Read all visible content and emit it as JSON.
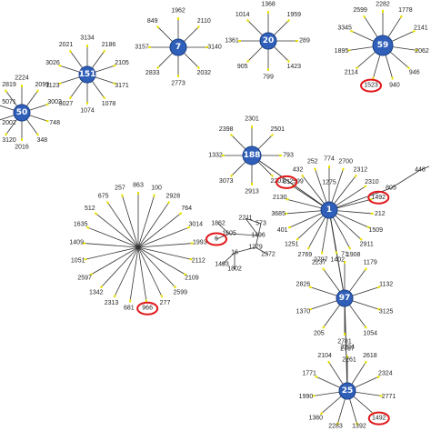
{
  "palette": {
    "hub": "#2f5fb8",
    "edge": "#333333",
    "leaf_tick": "#e8e000",
    "highlight": "#e0181b"
  },
  "hubs": {
    "h50": "50",
    "h151": "151",
    "h7": "7",
    "h20": "20",
    "h59": "59",
    "h188": "188",
    "h1": "1",
    "h97": "97",
    "h25": "25"
  },
  "leaves": {
    "h50": [
      "2224",
      "2099",
      "3002",
      "748",
      "348",
      "2016",
      "3120",
      "2002",
      "5071",
      "2819"
    ],
    "h151": [
      "3134",
      "2186",
      "2105",
      "3171",
      "1078",
      "1074",
      "3027",
      "1123",
      "3026",
      "2021"
    ],
    "h7": [
      "1962",
      "2110",
      "3140",
      "2032",
      "2773",
      "2833",
      "3157",
      "849"
    ],
    "h20": [
      "1368",
      "1959",
      "289",
      "1423",
      "799",
      "905",
      "1361",
      "1014"
    ],
    "h59": [
      "2282",
      "1778",
      "2141",
      "2062",
      "946",
      "940",
      "1523",
      "2114",
      "1895",
      "3345",
      "2599"
    ],
    "h188": [
      "2301",
      "2501",
      "793",
      "2201",
      "2913",
      "3073",
      "1332",
      "2398"
    ],
    "h1": [
      "774",
      "2700",
      "2312",
      "2310",
      "1492",
      "212",
      "1509",
      "2911",
      "1908",
      "1402",
      "2797",
      "2769",
      "1251",
      "401",
      "3685",
      "2130",
      "81",
      "432",
      "252"
    ],
    "h97": [
      "71",
      "1179",
      "1132",
      "3125",
      "1054",
      "2781",
      "205",
      "1370",
      "2826",
      "2237"
    ],
    "h25": [
      "2767",
      "2618",
      "2324",
      "2771",
      "1492",
      "1392",
      "2283",
      "1360",
      "1990",
      "1771",
      "2104"
    ],
    "star": [
      "863",
      "100",
      "2928",
      "764",
      "3014",
      "1993",
      "2112",
      "2109",
      "2599",
      "277",
      "966",
      "681",
      "2313",
      "1342",
      "2597",
      "1051",
      "1409",
      "1635",
      "512",
      "675",
      "257"
    ],
    "mid": [
      "1862",
      "6",
      "1605",
      "573",
      "1279",
      "2372",
      "1493",
      "1802",
      "16",
      "1496",
      "2211"
    ],
    "chain": [
      "2204",
      "2261",
      "1275",
      "2599",
      "805",
      "448"
    ]
  },
  "highlighted": [
    "1523",
    "1492",
    "81",
    "966",
    "6"
  ]
}
